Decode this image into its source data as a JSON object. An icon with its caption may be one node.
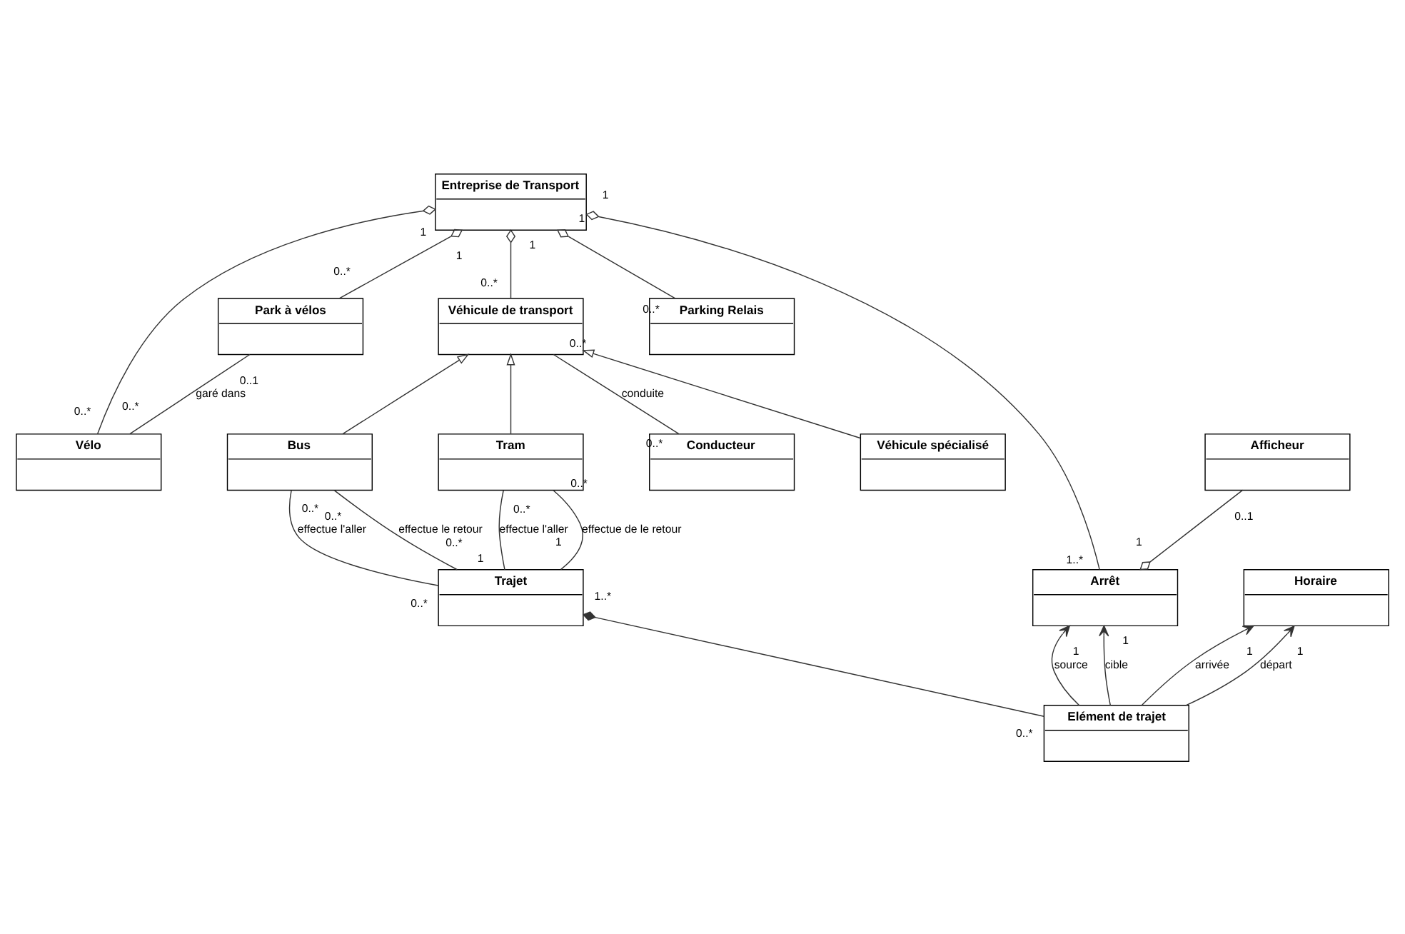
{
  "diagram": {
    "nodes": [
      {
        "text": [
          "Park à vélos"
        ]
      },
      {
        "text": [
          "Afficheur"
        ]
      },
      {
        "text": [
          "Vélo"
        ]
      },
      {
        "text": [
          "Entreprise de Transport"
        ]
      },
      {
        "text": [
          "Arrêt"
        ]
      },
      {
        "text": [
          "Parking Relais"
        ]
      },
      {
        "text": [
          "Véhicule de transport"
        ]
      },
      {
        "text": [
          "Conducteur"
        ]
      },
      {
        "text": [
          "Véhicule spécialisé"
        ]
      },
      {
        "text": [
          "Tram"
        ]
      },
      {
        "text": [
          "Bus"
        ]
      },
      {
        "text": [
          "Horaire"
        ]
      },
      {
        "text": [
          "Trajet"
        ]
      },
      {
        "text": [
          "Elément de trajet"
        ]
      }
    ],
    "edges": [
      {
        "from": 2,
        "to": 0,
        "arrow": "none",
        "label": "garé dans"
      },
      {
        "from": 3,
        "to": 0,
        "arrow": "other"
      },
      {
        "from": 3,
        "to": 2,
        "arrow": "other"
      },
      {
        "from": 3,
        "to": 4,
        "arrow": "other"
      },
      {
        "from": 4,
        "to": 1,
        "arrow": "other"
      },
      {
        "from": 3,
        "to": 6,
        "arrow": "other"
      },
      {
        "from": 3,
        "to": 5,
        "arrow": "other"
      },
      {
        "from": 6,
        "to": 7,
        "arrow": "none",
        "label": "conduite"
      },
      {
        "from": 8,
        "to": 6,
        "arrow": "to"
      },
      {
        "from": 9,
        "to": 6,
        "arrow": "to"
      },
      {
        "from": 10,
        "to": 6,
        "arrow": "to"
      },
      {
        "from": 9,
        "to": 12,
        "arrow": "none",
        "label": "effectue l'aller"
      },
      {
        "from": 9,
        "to": 12,
        "arrow": "none",
        "label": "effectue de le retour"
      },
      {
        "from": 10,
        "to": 12,
        "arrow": "none",
        "label": "effectue le retour"
      },
      {
        "from": 10,
        "to": 12,
        "arrow": "none",
        "label": "effectue l'aller"
      },
      {
        "from": 12,
        "to": 13,
        "arrow": "other"
      },
      {
        "from": 13,
        "to": 4,
        "arrow": "to",
        "label": "cible"
      },
      {
        "from": 13,
        "to": 4,
        "arrow": "to",
        "label": "source"
      },
      {
        "from": 13,
        "to": 11,
        "arrow": "to",
        "label": "départ"
      },
      {
        "from": 13,
        "to": 11,
        "arrow": "to",
        "label": "arrivée"
      }
    ],
    "labels": [
      "0..*",
      "0..1",
      "1",
      "0..*",
      "1",
      "0..*",
      "1",
      "1..*",
      "1",
      "0..1",
      "1",
      "0..*",
      "1",
      "0..*",
      "0..*",
      "0..*",
      "0..*",
      "1",
      "0..*",
      "1",
      "0..*",
      "0..*",
      "0..*",
      "0..*",
      "1..*",
      "0..*",
      "1",
      "1",
      "1",
      "1"
    ]
  }
}
